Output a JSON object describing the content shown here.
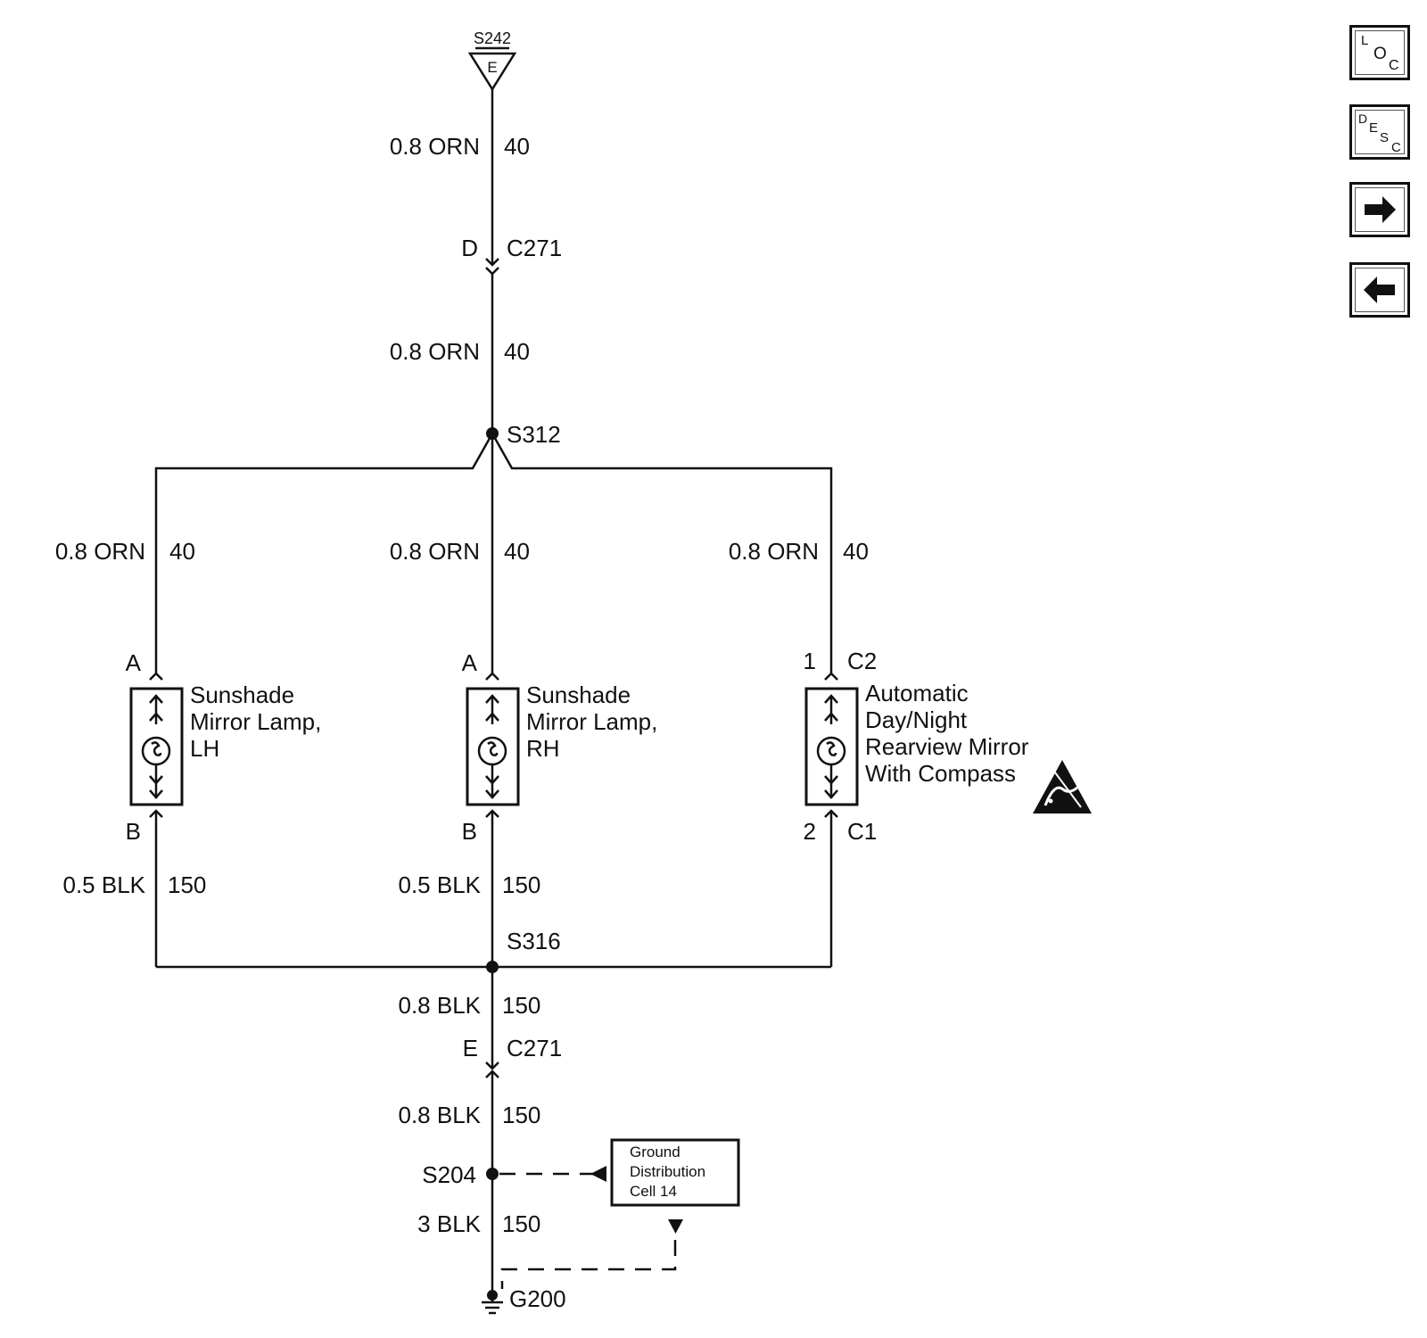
{
  "nav": {
    "loc": {
      "c1": "L",
      "c2": "O",
      "c3": "C"
    },
    "desc": {
      "c1": "D",
      "c2": "E",
      "c3": "S",
      "c4": "C"
    },
    "next_icon": "right-arrow-icon",
    "prev_icon": "left-arrow-icon"
  },
  "diagram": {
    "splice_top": {
      "id": "S242",
      "letter": "E"
    },
    "wire_feed_1": {
      "spec": "0.8 ORN",
      "circuit": "40"
    },
    "connector_top": {
      "pin": "D",
      "id": "C271"
    },
    "wire_feed_2": {
      "spec": "0.8 ORN",
      "circuit": "40"
    },
    "splice_mid": "S312",
    "branch_left": {
      "wire_in": {
        "spec": "0.8 ORN",
        "circuit": "40"
      },
      "pin_top": "A",
      "name_lines": [
        "Sunshade",
        "Mirror Lamp,",
        "LH"
      ],
      "pin_bottom": "B",
      "wire_out": {
        "spec": "0.5 BLK",
        "circuit": "150"
      }
    },
    "branch_center": {
      "wire_in": {
        "spec": "0.8 ORN",
        "circuit": "40"
      },
      "pin_top": "A",
      "name_lines": [
        "Sunshade",
        "Mirror Lamp,",
        "RH"
      ],
      "pin_bottom": "B",
      "wire_out": {
        "spec": "0.5 BLK",
        "circuit": "150"
      }
    },
    "branch_right": {
      "wire_in": {
        "spec": "0.8 ORN",
        "circuit": "40"
      },
      "pin_top": "1",
      "conn_top": "C2",
      "name_lines": [
        "Automatic",
        "Day/Night",
        "Rearview Mirror",
        "With Compass"
      ],
      "pin_bottom": "2",
      "conn_bottom": "C1",
      "esd_icon": "esd-warning-icon"
    },
    "splice_ground": "S316",
    "wire_ground_1": {
      "spec": "0.8 BLK",
      "circuit": "150"
    },
    "connector_bottom": {
      "pin": "E",
      "id": "C271"
    },
    "wire_ground_2": {
      "spec": "0.8 BLK",
      "circuit": "150"
    },
    "splice_bottom": "S204",
    "wire_ground_3": {
      "spec": "3 BLK",
      "circuit": "150"
    },
    "ground_point": "G200",
    "ground_box_lines": [
      "Ground",
      "Distribution",
      "Cell 14"
    ]
  }
}
